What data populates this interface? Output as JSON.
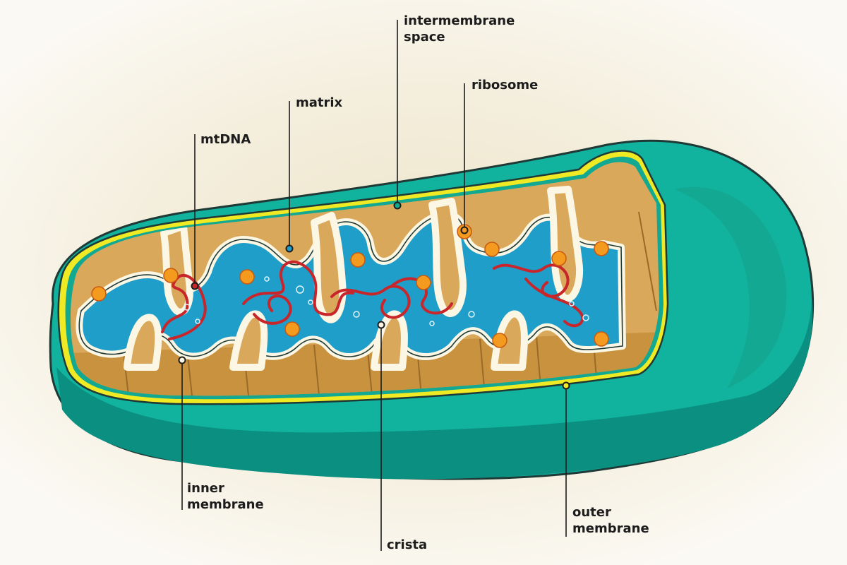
{
  "diagram": {
    "labels": {
      "intermembrane_space": [
        "intermembrane",
        "space"
      ],
      "ribosome": [
        "ribosome"
      ],
      "matrix": [
        "matrix"
      ],
      "mtdna": [
        "mtDNA"
      ],
      "inner_membrane": [
        "inner",
        "membrane"
      ],
      "crista": [
        "crista"
      ],
      "outer_membrane": [
        "outer",
        "membrane"
      ]
    },
    "colors": {
      "outer_shell": "#11b39e",
      "outer_shell_dark": "#0a8f80",
      "outer_membrane": "#f0ea24",
      "intermembrane_space": "#13a892",
      "cut_face": "#d9a85a",
      "cut_face_shade": "#c9923f",
      "inner_membrane": "#fbf7e4",
      "matrix": "#1f9ec9",
      "mtdna": "#c8262b",
      "ribosome": "#f39a1f",
      "outline": "#1f3a36",
      "leader_line": "#1c1c1c"
    }
  }
}
